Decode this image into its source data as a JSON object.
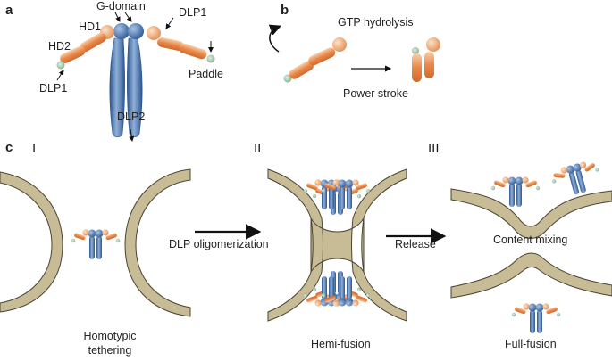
{
  "panels": {
    "a": "a",
    "b": "b",
    "c": "c"
  },
  "panel_a": {
    "g_domain": "G-domain",
    "hd1": "HD1",
    "hd2": "HD2",
    "dlp1_right": "DLP1",
    "dlp1_left": "DLP1",
    "paddle": "Paddle",
    "dlp2": "DLP2"
  },
  "panel_b": {
    "gtp_hydrolysis": "GTP hydrolysis",
    "power_stroke": "Power stroke"
  },
  "panel_c": {
    "step_1": "I",
    "step_2": "II",
    "step_3": "III",
    "arrow_1_label": "DLP oligomerization",
    "arrow_2_label": "Release",
    "content_mixing": "Content mixing",
    "caption_1_line1": "Homotypic",
    "caption_1_line2": "tethering",
    "caption_2": "Hemi-fusion",
    "caption_3": "Full-fusion"
  },
  "colors": {
    "membrane": "#c7bc95",
    "membrane_edge": "#4a4534",
    "dlp_orange": "#e8884a",
    "dlp_orange_light": "#f6c39a",
    "dlp_blue": "#3e6ca8",
    "dlp_blue_light": "#8fb0d9",
    "paddle_green": "#9ec2a6"
  }
}
